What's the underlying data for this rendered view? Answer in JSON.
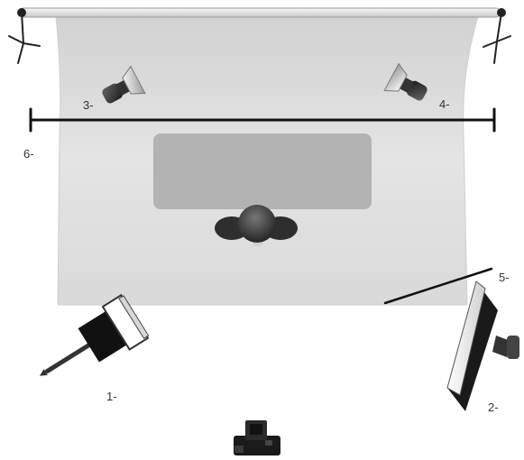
{
  "labels": {
    "key_light": "1-",
    "fill_softbox": "2-",
    "background_light_left": "3-",
    "background_light_right": "4-",
    "reflector": "5-",
    "backdrop_bar": "6-"
  },
  "colors": {
    "backdrop": "#dcdcdc",
    "backdrop_edge": "#c9c9c9",
    "table": "#b3b3b3",
    "subject": "#444444",
    "equipment_dark": "#222222",
    "roll": "#efefef"
  },
  "icons": {
    "key_light": "spotlight-icon",
    "fill_softbox": "softbox-icon",
    "background_lights": "lamp-icon",
    "camera": "camera-icon",
    "stands": "light-stand-icon"
  }
}
